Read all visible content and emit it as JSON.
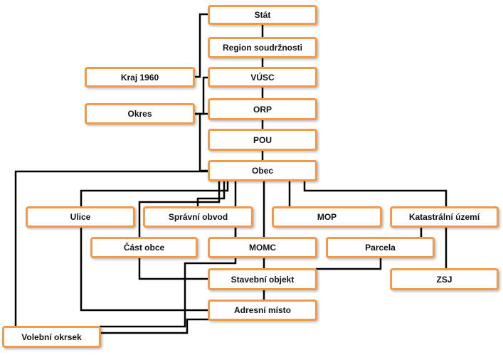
{
  "nodes": {
    "stat": "Stát",
    "region": "Region soudržnosti",
    "kraj1960": "Kraj 1960",
    "vusc": "VÚSC",
    "okres": "Okres",
    "orp": "ORP",
    "pou": "POU",
    "obec": "Obec",
    "ulice": "Ulice",
    "spravni_obvod": "Správní obvod",
    "mop": "MOP",
    "katastralni_uzemi": "Katastrální území",
    "cast_obce": "Část obce",
    "momc": "MOMC",
    "parcela": "Parcela",
    "stavebni_objekt": "Stavební objekt",
    "zsj": "ZSJ",
    "adresni_misto": "Adresní místo",
    "volebni_okrsek": "Volební okrsek"
  },
  "colors": {
    "node_border": "#f39a4a",
    "connector": "#000000"
  }
}
